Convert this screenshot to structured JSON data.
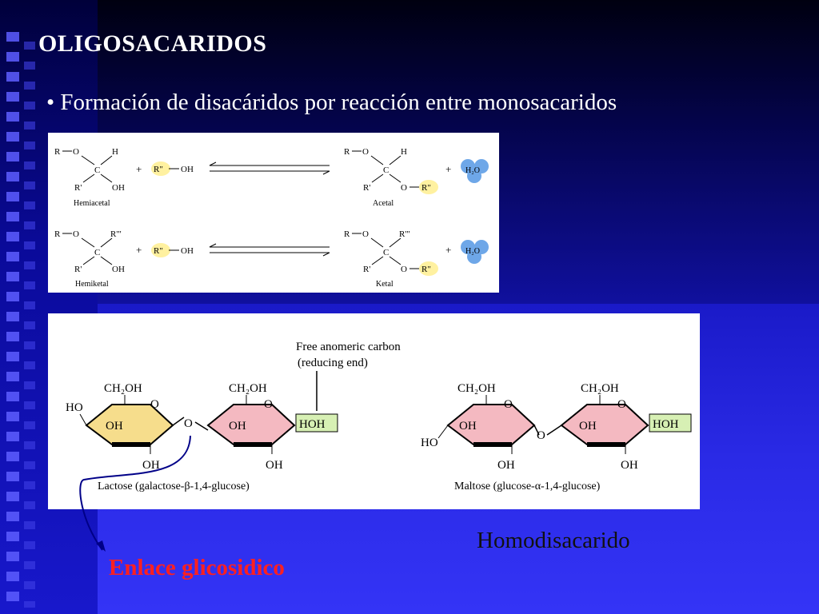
{
  "slide": {
    "title": "OLIGOSACARIDOS",
    "bullet": "• Formación  de disacáridos por reacción entre monosacaridos",
    "homodisacarido": "Homodisacarido",
    "enlace": "Enlace glicosidico"
  },
  "reaction": {
    "r": "R",
    "o": "O",
    "h": "H",
    "c": "C",
    "r_prime": "R'",
    "oh": "OH",
    "r_dbl": "R\"",
    "r_trip": "R'\"",
    "plus": "+",
    "water": "H₂O",
    "hemiacetal": "Hemiacetal",
    "acetal": "Acetal",
    "hemiketal": "Hemiketal",
    "ketal": "Ketal"
  },
  "disaccharides": {
    "free_anomeric_1": "Free anomeric carbon",
    "free_anomeric_2": "(reducing end)",
    "ch2oh": "CH₂OH",
    "o": "O",
    "oh": "OH",
    "ho": "HO",
    "hoh": "HOH",
    "lactose": "Lactose (galactose-β-1,4-glucose)",
    "maltose": "Maltose (glucose-α-1,4-glucose)"
  },
  "colors": {
    "galactose_ring": "#f6dd8c",
    "glucose_ring": "#f4b9c1",
    "hoh_box": "#d7f0b4",
    "water_blob": "#6ea7e8",
    "highlight": "#fff1a0",
    "enlace_text": "#ff2020"
  }
}
